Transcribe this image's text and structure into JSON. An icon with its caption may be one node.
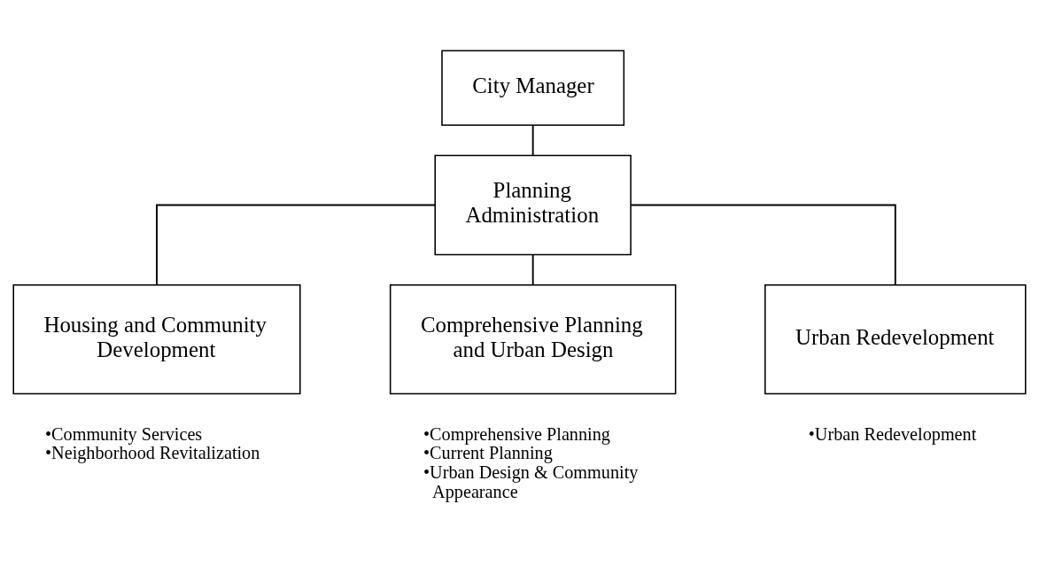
{
  "diagram": {
    "nodes": [
      {
        "text": [
          "City Manager"
        ]
      },
      {
        "text": [
          "Planning Administration"
        ]
      },
      {
        "text": [
          "Housing and Community Development"
        ],
        "beside": [
          "•Community Services",
          "•Neighborhood Revitalization"
        ]
      },
      {
        "text": [
          "Comprehensive Planning and Urban Design"
        ],
        "beside": [
          "•Comprehensive Planning",
          "•Current Planning",
          "•Urban Design & Community Appearance"
        ]
      },
      {
        "text": [
          "Urban Redevelopment"
        ],
        "beside": [
          "•Urban Redevelopment"
        ]
      }
    ],
    "edges": [
      {
        "from": 0,
        "to": 1,
        "arrow": "none"
      },
      {
        "from": 1,
        "to": 2,
        "arrow": "none"
      },
      {
        "from": 1,
        "to": 3,
        "arrow": "none"
      },
      {
        "from": 1,
        "to": 4,
        "arrow": "none"
      }
    ]
  }
}
